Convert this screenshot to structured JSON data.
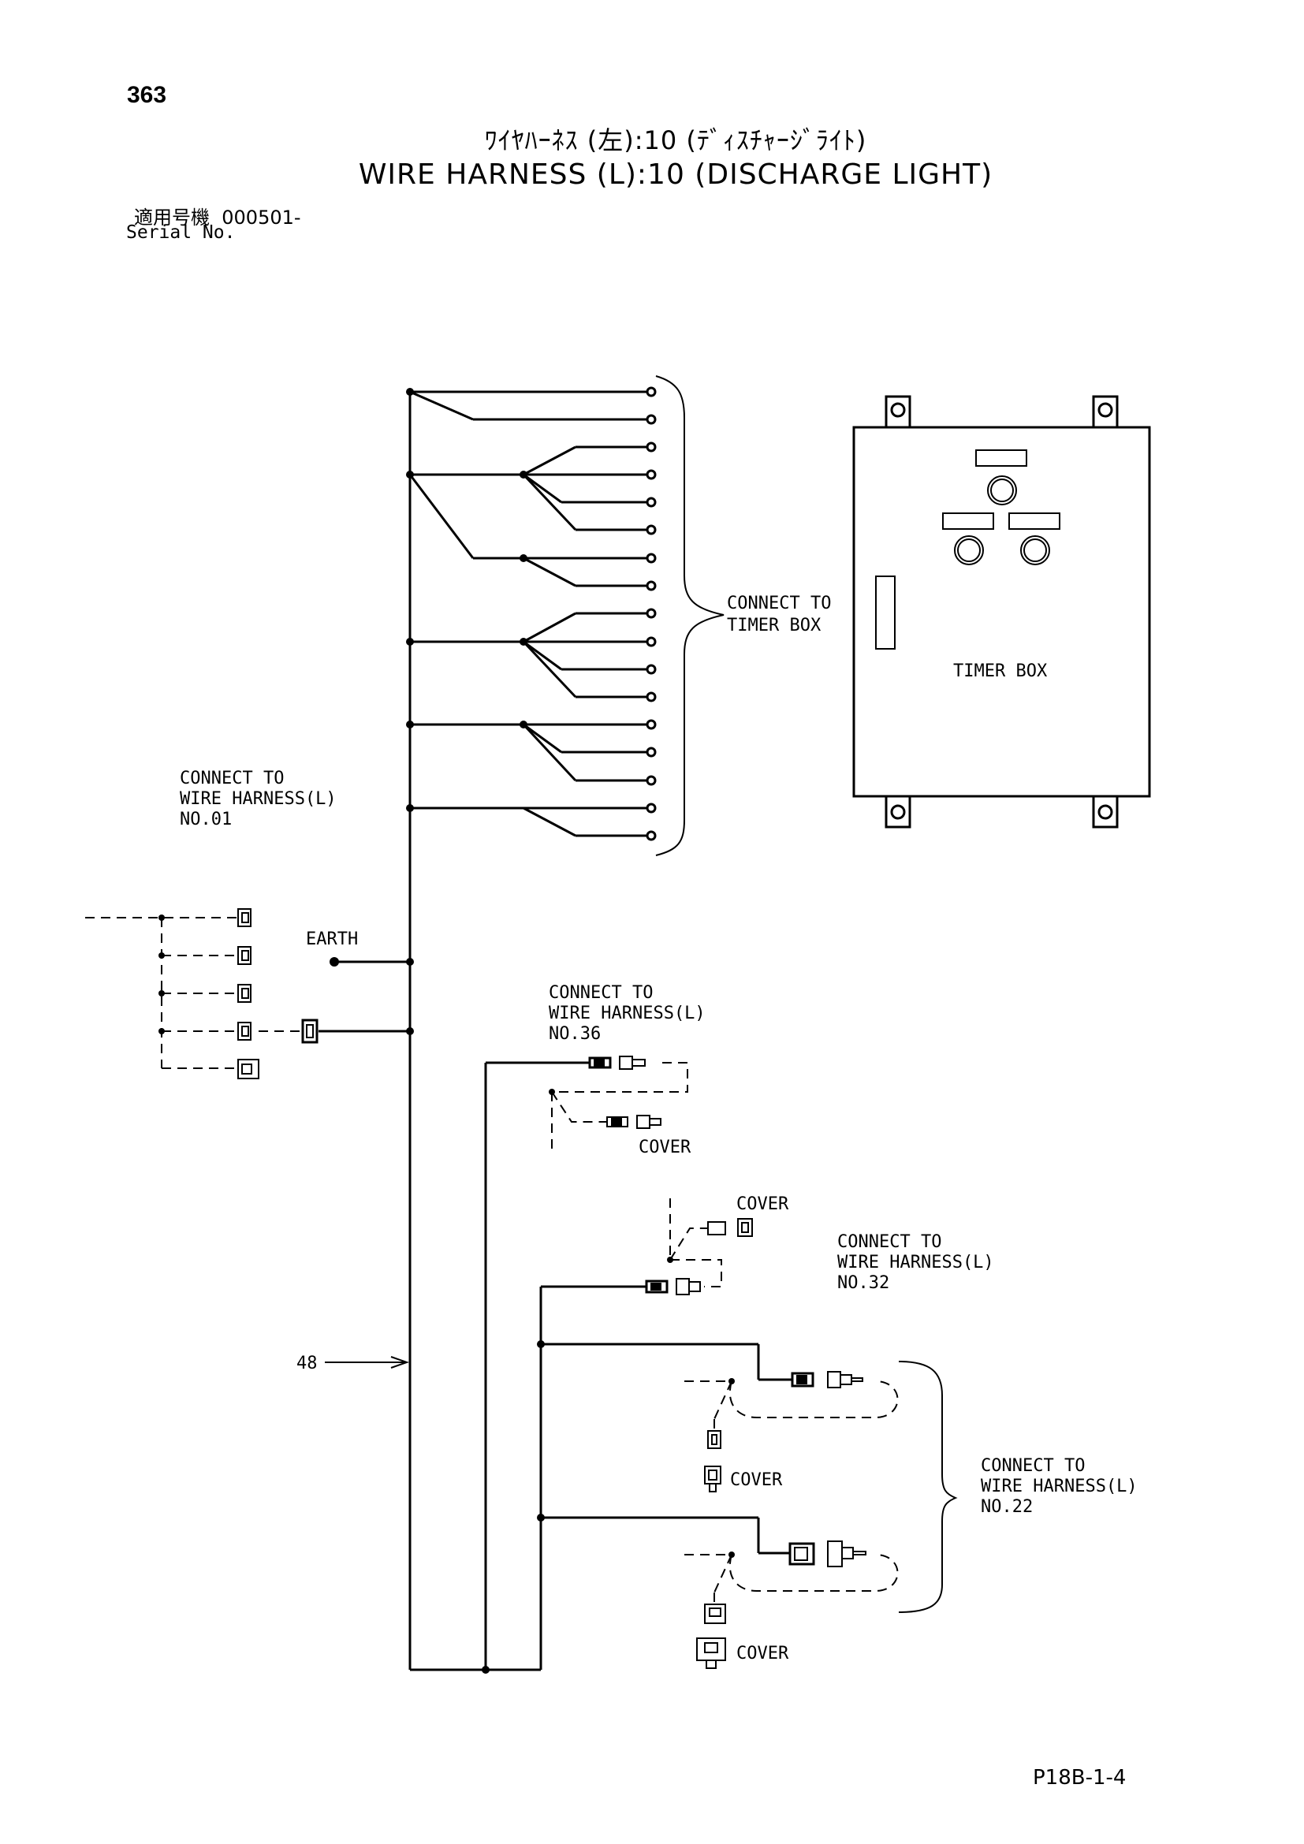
{
  "page_number": "363",
  "title_jp": "ﾜｲﾔﾊｰﾈｽ (左):10 (ﾃﾞｨｽﾁｬｰｼﾞﾗｲﾄ)",
  "title_en": "WIRE HARNESS (L):10 (DISCHARGE LIGHT)",
  "serial_jp": "適用号機",
  "serial_value": "000501-",
  "serial_label": "Serial No.",
  "labels": {
    "connect_timer_box": [
      "CONNECT TO",
      "TIMER BOX"
    ],
    "timer_box": "TIMER BOX",
    "connect_no01": [
      "CONNECT TO",
      "WIRE HARNESS(L)",
      "NO.01"
    ],
    "earth": "EARTH",
    "connect_no36": [
      "CONNECT TO",
      "WIRE HARNESS(L)",
      "NO.36"
    ],
    "cover_1": "COVER",
    "cover_2": "COVER",
    "connect_no32": [
      "CONNECT TO",
      "WIRE HARNESS(L)",
      "NO.32"
    ],
    "part_48": "48",
    "cover_3": "COVER",
    "connect_no22": [
      "CONNECT TO",
      "WIRE HARNESS(L)",
      "NO.22"
    ],
    "cover_4": "COVER"
  },
  "page_code": "P18B-1-4"
}
